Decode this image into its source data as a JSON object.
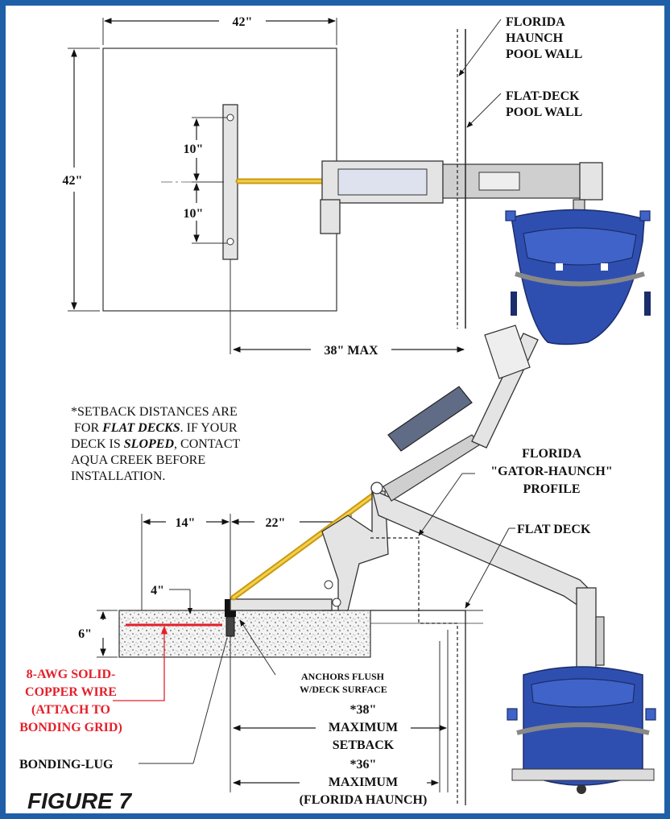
{
  "figure_label": "FIGURE 7",
  "top_view": {
    "width_dim": "42\"",
    "height_dim": "42\"",
    "upper_spacing": "10\"",
    "lower_spacing": "10\"",
    "reach_dim": "38\" MAX",
    "florida_wall_label": [
      "FLORIDA",
      "HAUNCH",
      "POOL WALL"
    ],
    "flat_wall_label": [
      "FLAT-DECK",
      "POOL WALL"
    ]
  },
  "note": [
    "*SETBACK DISTANCES ARE",
    "FOR ",
    "FLAT DECKS",
    ".  IF YOUR",
    "DECK IS ",
    "SLOPED",
    ", CONTACT",
    "AQUA CREEK BEFORE",
    "INSTALLATION."
  ],
  "side_view": {
    "dim_left": "14\"",
    "dim_right": "22\"",
    "depth_anchor": "4\"",
    "depth_slab": "6\"",
    "gator_label": [
      "FLORIDA",
      "\"GATOR-HAUNCH\"",
      "PROFILE"
    ],
    "flat_deck_label": "FLAT DECK",
    "anchors_label": [
      "ANCHORS FLUSH",
      "W/DECK SURFACE"
    ],
    "setback_flat": [
      "*38\"",
      "MAXIMUM",
      "SETBACK"
    ],
    "setback_florida": [
      "*36\"",
      "MAXIMUM",
      "(FLORIDA HAUNCH)"
    ],
    "wire_label": [
      "8-AWG SOLID-",
      "COPPER WIRE",
      "(ATTACH TO",
      "BONDING GRID)"
    ],
    "bonding_lug": "BONDING-LUG"
  },
  "colors": {
    "frame": "#1f5fa8",
    "seat": "#2f4fb0",
    "actuator": "#f3cf4a",
    "wire": "#e4202a"
  }
}
